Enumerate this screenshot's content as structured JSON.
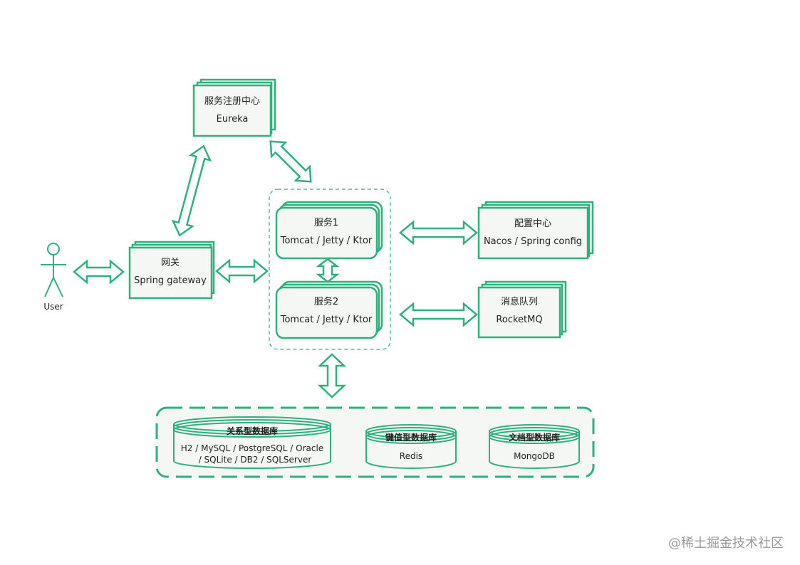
{
  "colors": {
    "stroke": "#2eb17e",
    "fill": "#f4f7f4",
    "text": "#222222",
    "watermark": "#9a9a9a"
  },
  "user": {
    "label": "User"
  },
  "registry": {
    "title": "服务注册中心",
    "subtitle": "Eureka"
  },
  "gateway": {
    "title": "网关",
    "subtitle": "Spring gateway"
  },
  "service1": {
    "title": "服务1",
    "subtitle": "Tomcat / Jetty / Ktor"
  },
  "service2": {
    "title": "服务2",
    "subtitle": "Tomcat / Jetty / Ktor"
  },
  "config_center": {
    "title": "配置中心",
    "subtitle": "Nacos / Spring config"
  },
  "message_queue": {
    "title": "消息队列",
    "subtitle": "RocketMQ"
  },
  "databases": {
    "relational": {
      "title": "关系型数据库",
      "line1": "H2 / MySQL / PostgreSQL / Oracle",
      "line2": "/ SQLite / DB2 / SQLServer"
    },
    "key_value": {
      "title": "键值型数据库",
      "subtitle": "Redis"
    },
    "document": {
      "title": "文档型数据库",
      "subtitle": "MongoDB"
    }
  },
  "watermark": "@稀土掘金技术社区"
}
